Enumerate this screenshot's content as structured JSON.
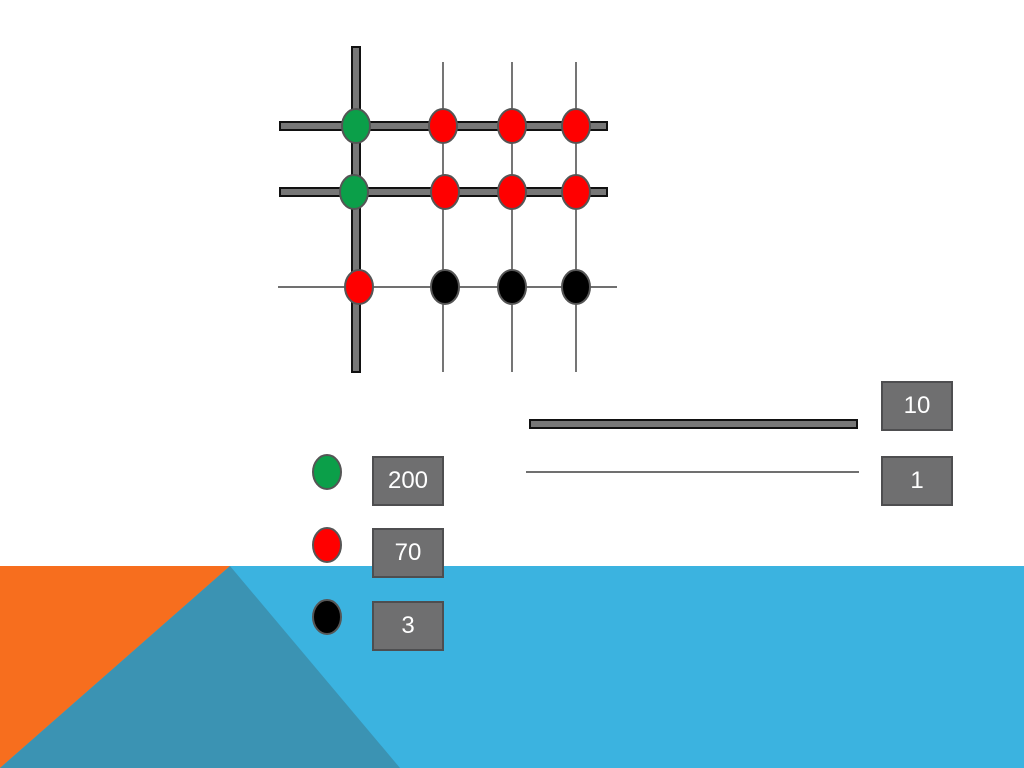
{
  "colors": {
    "background": "#ffffff",
    "orange": "#f76e1e",
    "blue": "#3bb3e0",
    "blue_dark": "#3b93b3",
    "green_dot": "#0b9f49",
    "red_dot": "#ff0000",
    "black_dot": "#000000",
    "thick_line_fill": "#777777",
    "thin_line": "#1a1a1a",
    "box_fill": "#6f6f70"
  },
  "grid": {
    "vertical_lines": [
      "thick",
      "thin",
      "thin",
      "thin"
    ],
    "horizontal_lines": [
      "thick",
      "thick",
      "thin"
    ],
    "nodes": [
      [
        "green",
        "red",
        "red",
        "red"
      ],
      [
        "green",
        "red",
        "red",
        "red"
      ],
      [
        "red",
        "black",
        "black",
        "black"
      ]
    ]
  },
  "legend": {
    "dots": [
      {
        "color": "green",
        "value": "200"
      },
      {
        "color": "red",
        "value": "70"
      },
      {
        "color": "black",
        "value": "3"
      }
    ],
    "lines": [
      {
        "type": "thick",
        "value": "10"
      },
      {
        "type": "thin",
        "value": "1"
      }
    ]
  }
}
